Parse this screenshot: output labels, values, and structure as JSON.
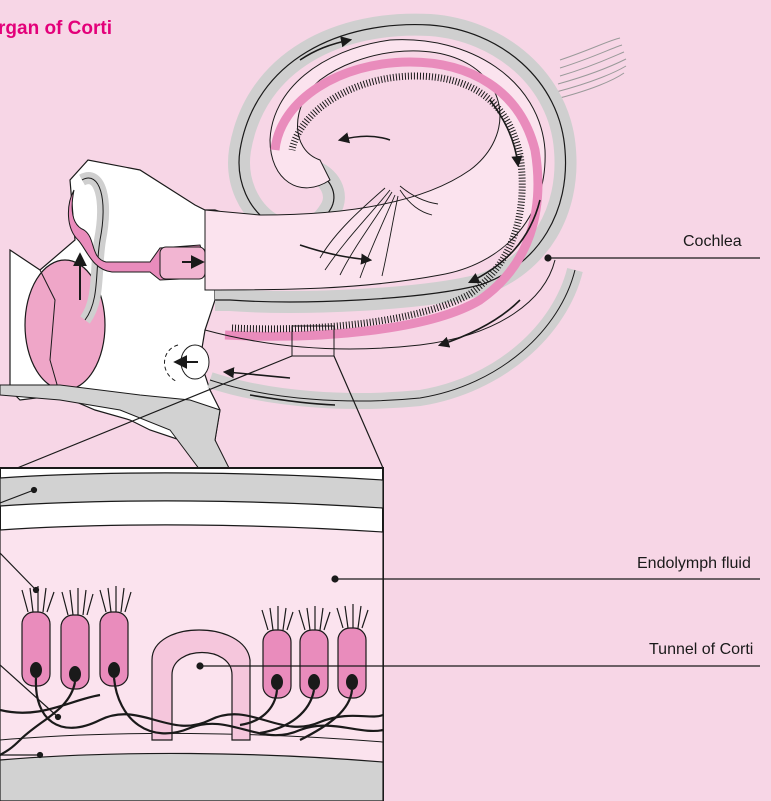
{
  "title": "rgan of Corti",
  "labels": {
    "cochlea": "Cochlea",
    "endolymph": "Endolymph fluid",
    "tunnel": "Tunnel of Corti"
  },
  "colors": {
    "background": "#f7d6e6",
    "accent": "#e3007a",
    "membrane_pink": "#e98cbc",
    "light_pink": "#fbe3ee",
    "grey": "#d2d2d2",
    "line": "#1a1a1a"
  }
}
